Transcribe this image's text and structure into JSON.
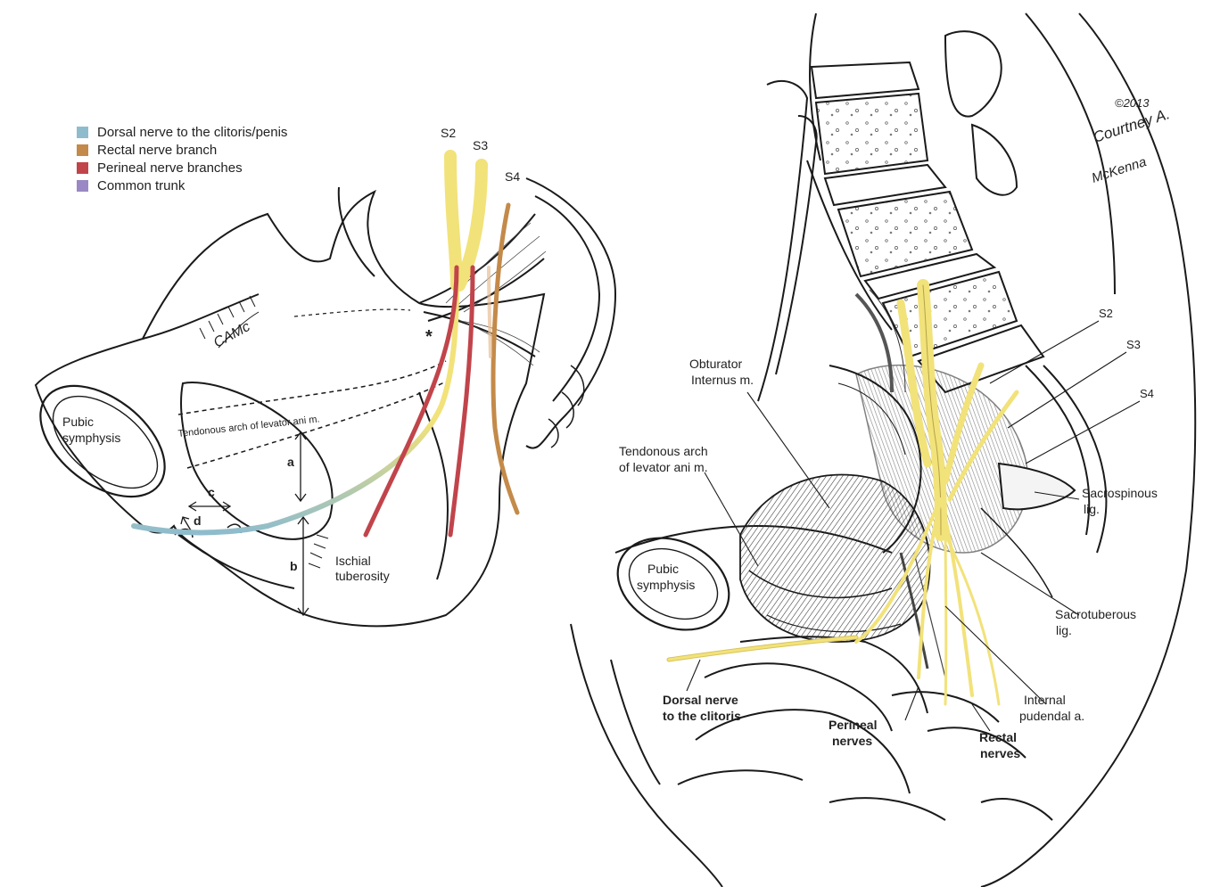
{
  "legend": [
    {
      "label": "Dorsal nerve to the clitoris/penis",
      "color": "#8fbccc"
    },
    {
      "label": "Rectal nerve branch",
      "color": "#c48a49"
    },
    {
      "label": "Perineal nerve branches",
      "color": "#c1444b"
    },
    {
      "label": "Common trunk",
      "color": "#9a88c4"
    }
  ],
  "colors": {
    "sacral_nerve": "#f2e27a",
    "line": "#1a1a1a",
    "dorsal": "#8fbccc",
    "rectal": "#c48a49",
    "perineal": "#c1444b"
  },
  "left_panel": {
    "labels": {
      "s2": "S2",
      "s3": "S3",
      "s4": "S4",
      "pubic_symphysis_1": "Pubic",
      "pubic_symphysis_2": "symphysis",
      "tendonous_arch": "Tendonous arch of levator ani m.",
      "ischial_1": "Ischial",
      "ischial_2": "tuberosity",
      "a": "a",
      "b": "b",
      "c": "c",
      "d": "d",
      "asterisk": "*",
      "signature": "CAMc"
    }
  },
  "right_panel": {
    "labels": {
      "obturator_1": "Obturator",
      "obturator_2": "Internus m.",
      "tendonous_1": "Tendonous arch",
      "tendonous_2": "of levator ani m.",
      "pubic_1": "Pubic",
      "pubic_2": "symphysis",
      "s2": "S2",
      "s3": "S3",
      "s4": "S4",
      "sacrospinous_1": "Sacrospinous",
      "sacrospinous_2": "lig.",
      "sacrotuberous_1": "Sacrotuberous",
      "sacrotuberous_2": "lig.",
      "internal_1": "Internal",
      "internal_2": "pudendal a.",
      "dorsal_1": "Dorsal nerve",
      "dorsal_2": "to the clitoris",
      "perineal_1": "Perineal",
      "perineal_2": "nerves",
      "rectal_1": "Rectal",
      "rectal_2": "nerves",
      "copyright_1": "©2013",
      "copyright_2": "Courtney A.",
      "copyright_3": "McKenna"
    }
  }
}
